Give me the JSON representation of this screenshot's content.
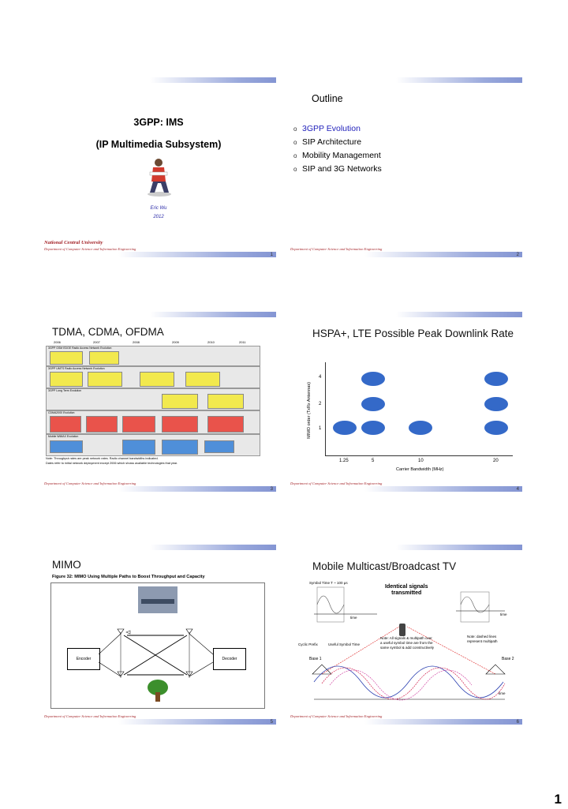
{
  "slide1": {
    "title": "3GPP: IMS",
    "subtitle": "(IP Multimedia Subsystem)",
    "author": "Eric Wu",
    "year": "2012",
    "university": "National Central University",
    "department": "Department of Computer Science and Information Engineering",
    "page": "1"
  },
  "slide2": {
    "title": "Outline",
    "bullets": [
      "3GPP Evolution",
      "SIP Architecture",
      "Mobility Management",
      "SIP and 3G Networks"
    ],
    "department": "Department of Computer Science and Information Engineering",
    "page": "2"
  },
  "slide3": {
    "title": "TDMA, CDMA, OFDMA",
    "years": [
      "2006",
      "2007",
      "2008",
      "2009",
      "2010",
      "2011"
    ],
    "sections": [
      "3GPP GSM EDGE Radio Access Network Evolution",
      "3GPP UMTS Radio Access Network Evolution",
      "3GPP Long Term Evolution",
      "CDMA2000 Evolution",
      "Mobile WiMAX Evolution"
    ],
    "footnote1": "Note: Throughput rates are peak network rates. Radio channel bandwidths indicated.",
    "footnote2": "Dates refer to initial network deployment except 2006 which shows available technologies that year.",
    "department": "Department of Computer Science and Information Engineering",
    "page": "3"
  },
  "slide4": {
    "title": "HSPA+, LTE Possible Peak Downlink Rate",
    "ylabel": "MIMO order (TxRx Antennas)",
    "xlabel": "Carrier Bandwidth (MHz)",
    "yticks": [
      "4",
      "2",
      "1"
    ],
    "xticks": [
      "1.25",
      "5",
      "10",
      "20"
    ],
    "department": "Department of Computer Science and Information Engineering",
    "page": "4"
  },
  "slide5": {
    "title": "MIMO",
    "figure_caption": "Figure 32: MIMO Using Multiple Paths to Boost Throughput and Capacity",
    "encoder": "Encoder",
    "decoder": "Decoder",
    "department": "Department of Computer Science and Information Engineering",
    "page": "5"
  },
  "slide6": {
    "title": "Mobile Multicast/Broadcast TV",
    "symbol_time": "Symbol Time T ~ 100 μs",
    "identical1": "Identical signals",
    "identical2": "transmitted",
    "time": "time",
    "cyclic_prefix": "Cyclic Prefix",
    "useful_symbol": "Useful Symbol Time",
    "note1": "Note: All signals & multipath over",
    "note2": "a useful symbol time are from the",
    "note3": "same symbol & add constructively",
    "note_dashed1": "Note: dashed lines",
    "note_dashed2": "represent multipath",
    "base1": "Base 1",
    "base2": "Base 2",
    "department": "Department of Computer Science and Information Engineering",
    "page": "6"
  },
  "page_number": "1"
}
